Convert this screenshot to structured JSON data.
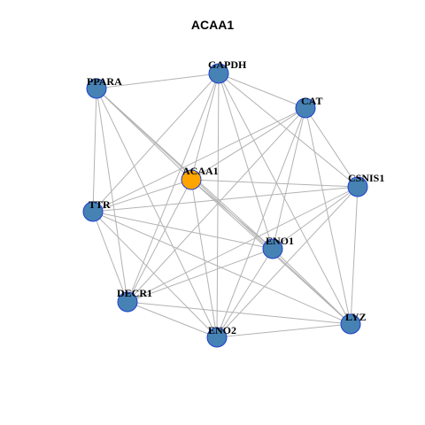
{
  "title": "ACAA1",
  "colors": {
    "hub": "#ffa500",
    "node": "#4682b4",
    "node_border": "#1f3fcf",
    "edge": "#b3b3b3",
    "background": "#ffffff"
  },
  "network": {
    "nodes": [
      {
        "id": "ACAA1",
        "label": "ACAA1",
        "type": "hub"
      },
      {
        "id": "GAPDH",
        "label": "GAPDH",
        "type": "node"
      },
      {
        "id": "PPARA",
        "label": "PPARA",
        "type": "node"
      },
      {
        "id": "CAT",
        "label": "CAT",
        "type": "node"
      },
      {
        "id": "CSNIS1",
        "label": "CSNIS1",
        "type": "node"
      },
      {
        "id": "TTR",
        "label": "TTR",
        "type": "node"
      },
      {
        "id": "ENO1",
        "label": "ENO1",
        "type": "node"
      },
      {
        "id": "DECR1",
        "label": "DECR1",
        "type": "node"
      },
      {
        "id": "ENO2",
        "label": "ENO2",
        "type": "node"
      },
      {
        "id": "LYZ",
        "label": "LYZ",
        "type": "node"
      }
    ],
    "edges": [
      [
        "ACAA1",
        "GAPDH"
      ],
      [
        "ACAA1",
        "PPARA"
      ],
      [
        "ACAA1",
        "CAT"
      ],
      [
        "ACAA1",
        "CSNIS1"
      ],
      [
        "ACAA1",
        "TTR"
      ],
      [
        "ACAA1",
        "ENO1"
      ],
      [
        "ACAA1",
        "DECR1"
      ],
      [
        "ACAA1",
        "ENO2"
      ],
      [
        "ACAA1",
        "LYZ"
      ],
      [
        "GAPDH",
        "PPARA"
      ],
      [
        "GAPDH",
        "CAT"
      ],
      [
        "GAPDH",
        "CSNIS1"
      ],
      [
        "GAPDH",
        "TTR"
      ],
      [
        "GAPDH",
        "ENO1"
      ],
      [
        "GAPDH",
        "DECR1"
      ],
      [
        "GAPDH",
        "ENO2"
      ],
      [
        "GAPDH",
        "LYZ"
      ],
      [
        "PPARA",
        "TTR"
      ],
      [
        "PPARA",
        "ENO1"
      ],
      [
        "PPARA",
        "DECR1"
      ],
      [
        "PPARA",
        "ENO2"
      ],
      [
        "PPARA",
        "LYZ"
      ],
      [
        "CAT",
        "CSNIS1"
      ],
      [
        "CAT",
        "TTR"
      ],
      [
        "CAT",
        "ENO1"
      ],
      [
        "CAT",
        "DECR1"
      ],
      [
        "CAT",
        "ENO2"
      ],
      [
        "CAT",
        "LYZ"
      ],
      [
        "CSNIS1",
        "TTR"
      ],
      [
        "CSNIS1",
        "ENO1"
      ],
      [
        "CSNIS1",
        "DECR1"
      ],
      [
        "CSNIS1",
        "ENO2"
      ],
      [
        "CSNIS1",
        "LYZ"
      ],
      [
        "TTR",
        "ENO1"
      ],
      [
        "TTR",
        "DECR1"
      ],
      [
        "TTR",
        "ENO2"
      ],
      [
        "TTR",
        "LYZ"
      ],
      [
        "ENO1",
        "DECR1"
      ],
      [
        "ENO1",
        "ENO2"
      ],
      [
        "ENO1",
        "LYZ"
      ],
      [
        "DECR1",
        "ENO2"
      ],
      [
        "DECR1",
        "LYZ"
      ],
      [
        "ENO2",
        "LYZ"
      ]
    ]
  }
}
